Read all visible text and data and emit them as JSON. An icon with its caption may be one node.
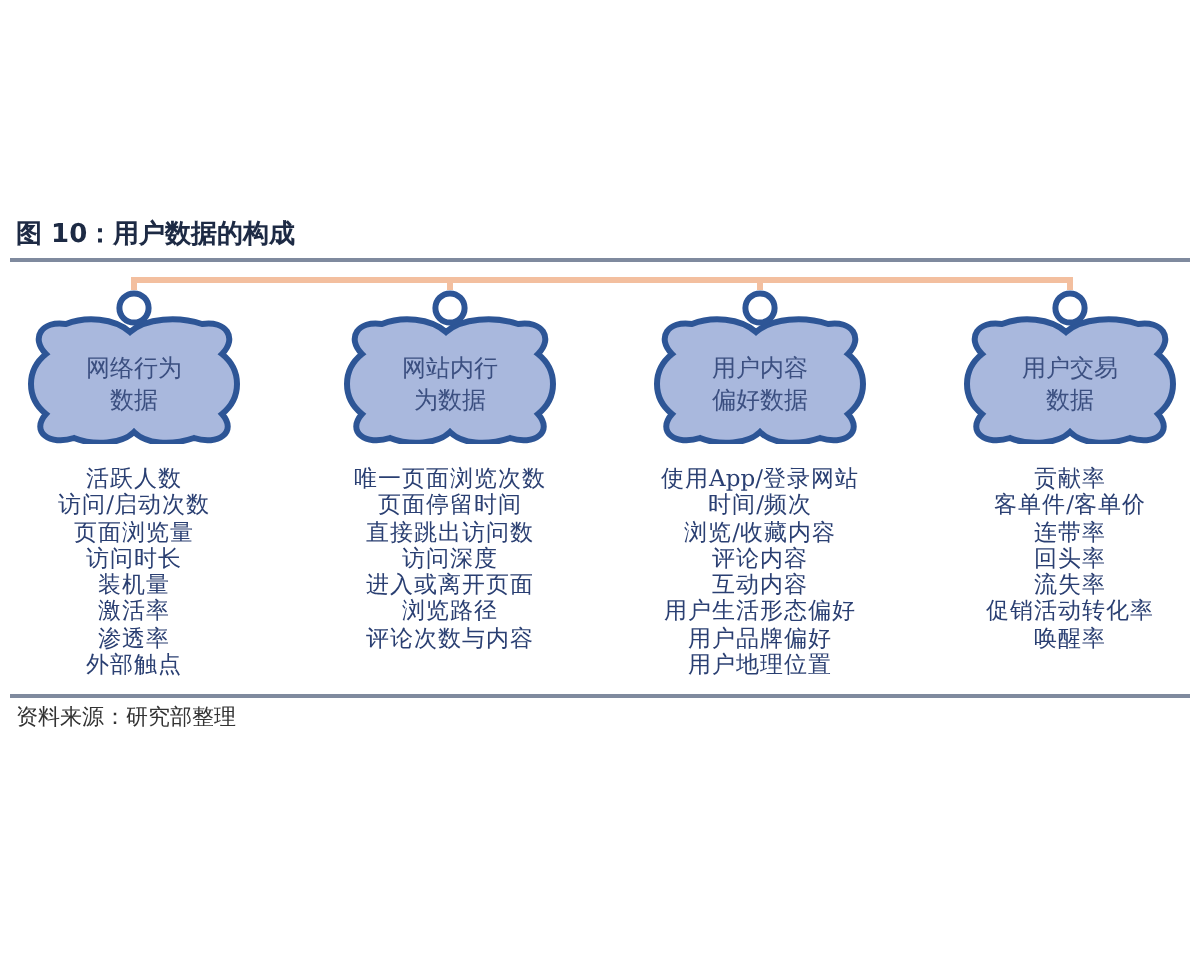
{
  "diagram": {
    "title": "图 10：用户数据的构成",
    "caption": "资料来源：研究部整理",
    "nodes": [
      {
        "text": [
          "网络行为数据"
        ],
        "beside": [
          "活跃人数",
          "访问/启动次数",
          "页面浏览量",
          "访问时长",
          "装机量",
          "激活率",
          "渗透率",
          "外部触点"
        ]
      },
      {
        "text": [
          "网站内行为数据"
        ],
        "beside": [
          "唯一页面浏览次数",
          "页面停留时间",
          "直接跳出访问数",
          "访问深度",
          "进入或离开页面",
          "浏览路径",
          "评论次数与内容"
        ]
      },
      {
        "text": [
          "用户内容偏好数据"
        ],
        "beside": [
          "使用App/登录网站",
          "时间/频次",
          "浏览/收藏内容",
          "评论内容",
          "互动内容",
          "用户生活形态偏好",
          "用户品牌偏好",
          "用户地理位置"
        ]
      },
      {
        "text": [
          "用户交易数据"
        ],
        "beside": [
          "贡献率",
          "客单件/客单价",
          "连带率",
          "回头率",
          "流失率",
          "促销活动转化率",
          "唤醒率"
        ]
      }
    ],
    "edges": [
      {
        "from": 0,
        "to": 1,
        "arrow": "none"
      },
      {
        "from": 1,
        "to": 2,
        "arrow": "none"
      },
      {
        "from": 2,
        "to": 3,
        "arrow": "none"
      }
    ]
  }
}
